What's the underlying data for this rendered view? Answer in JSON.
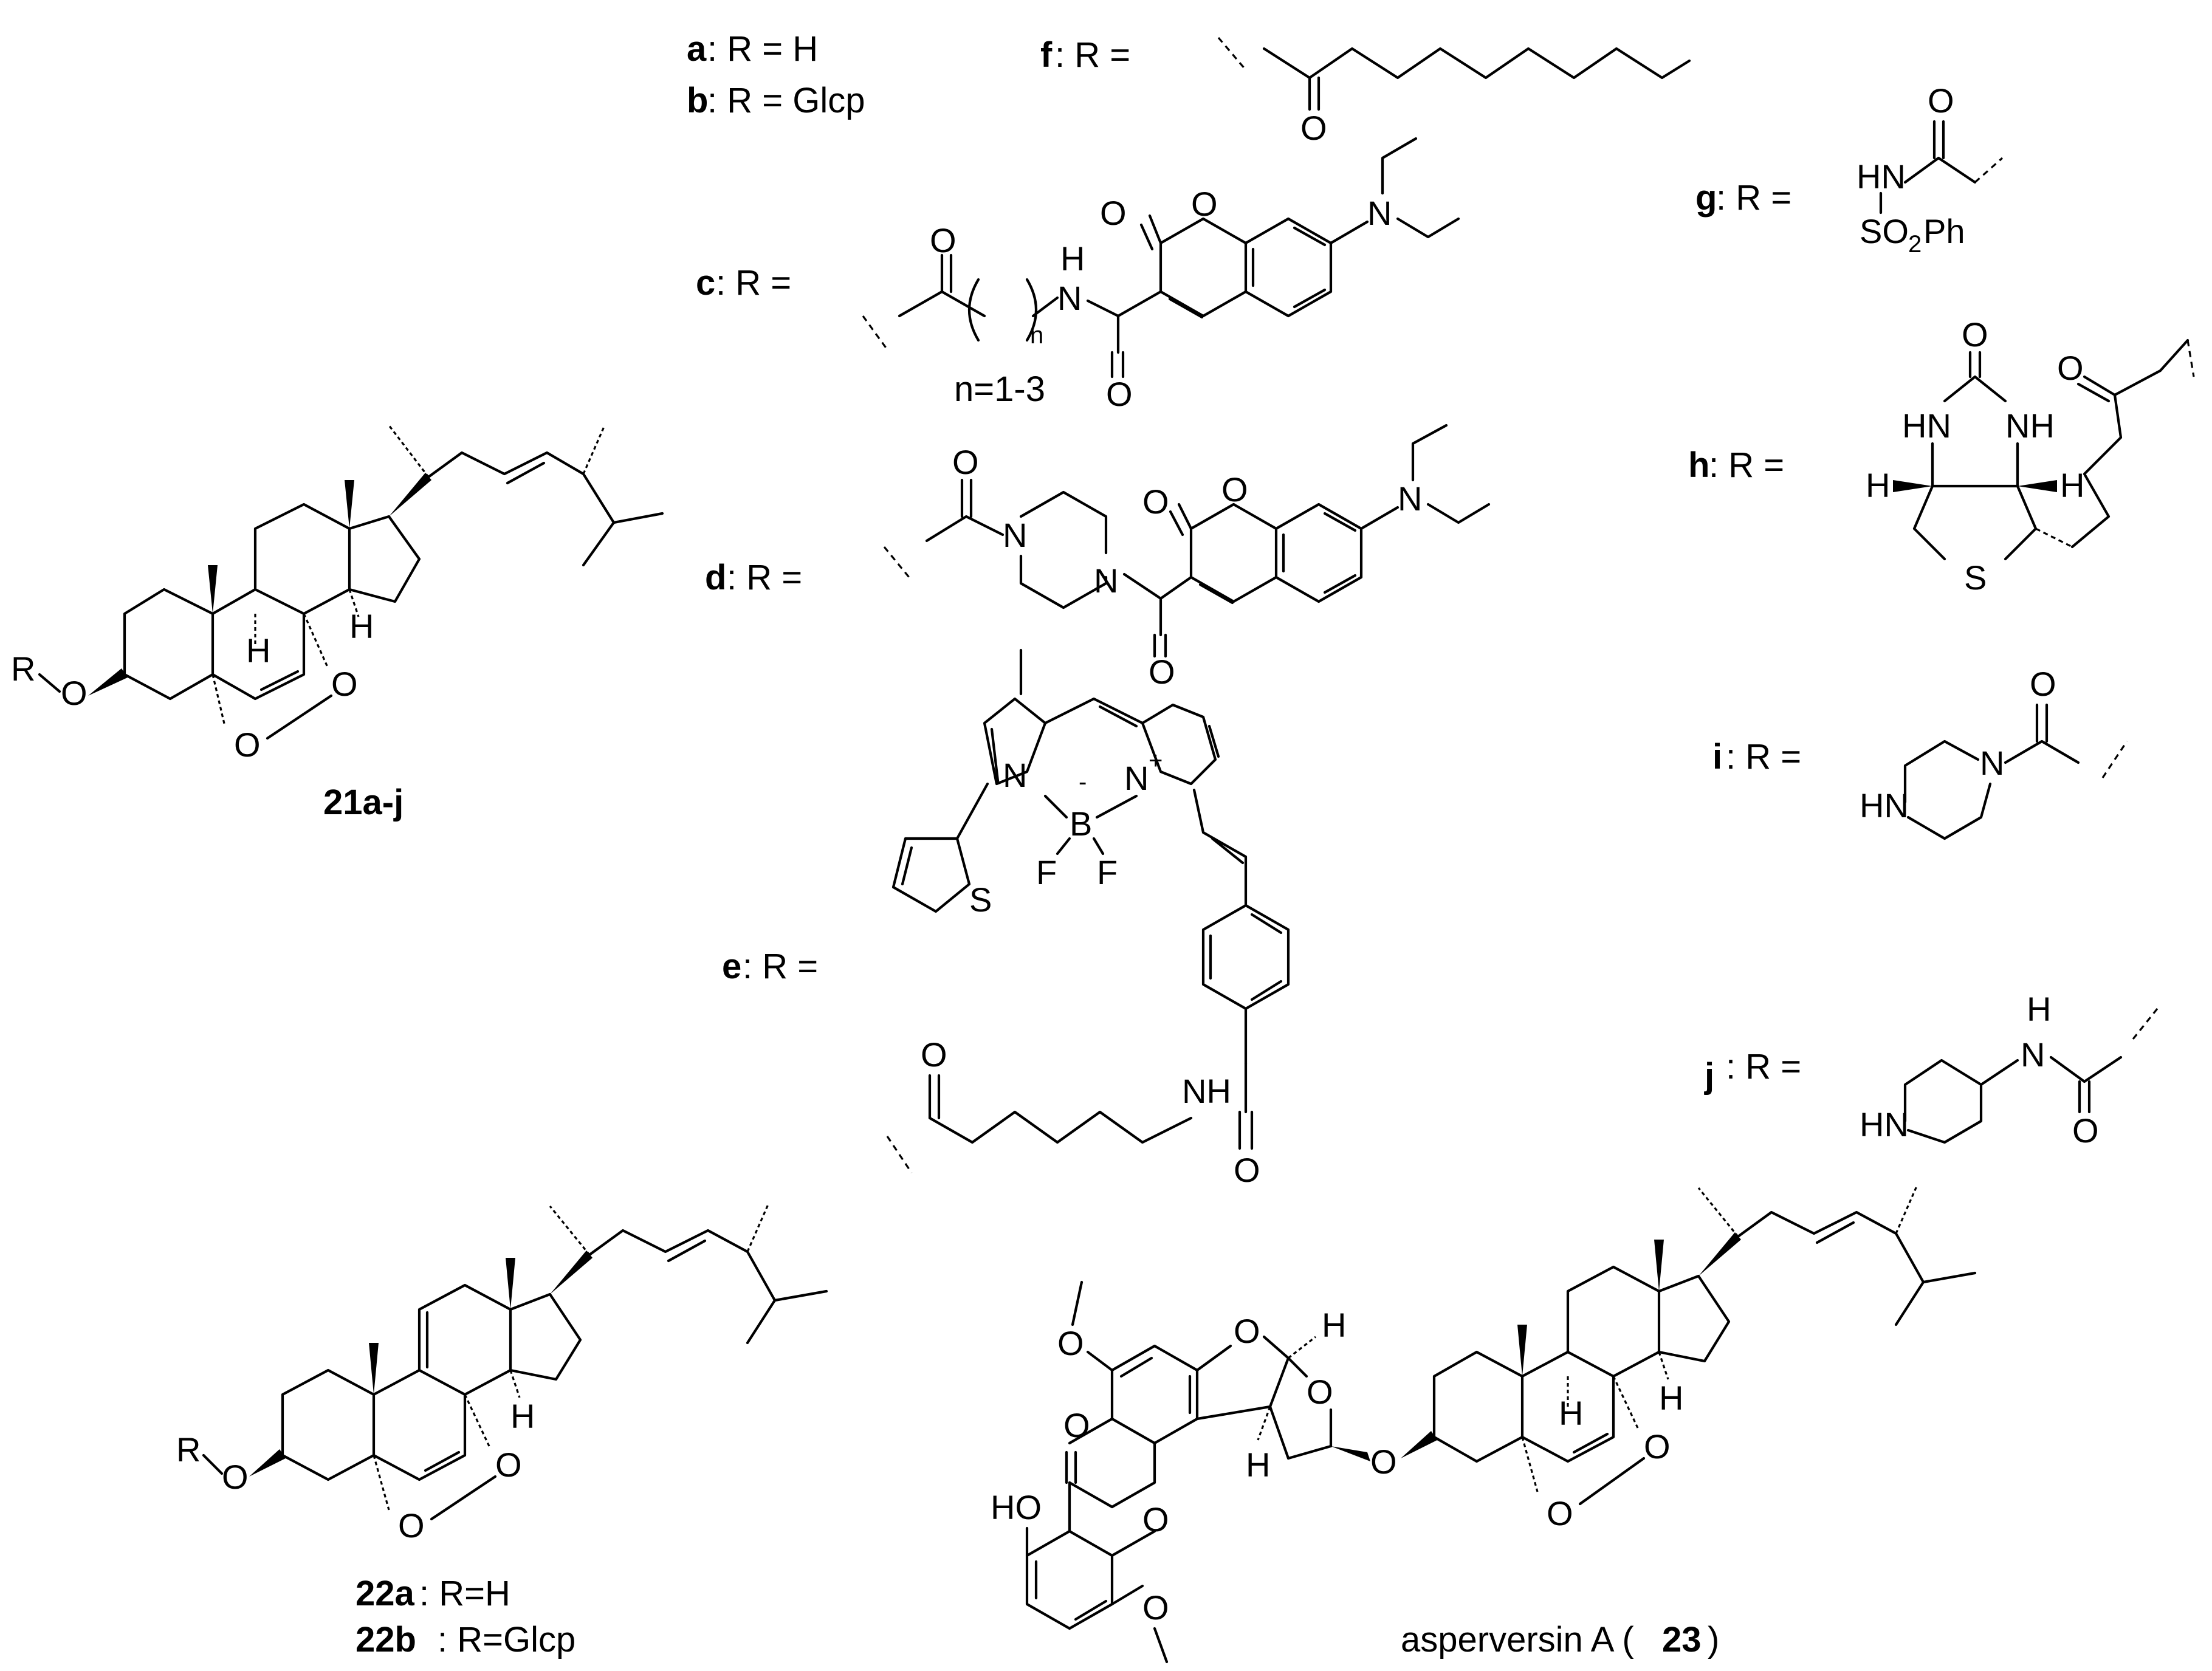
{
  "labels": {
    "a": {
      "key": "a",
      "text": ": R = H"
    },
    "b": {
      "key": "b",
      "text": ": R = Glcp"
    },
    "c": {
      "key": "c",
      "text": ": R ="
    },
    "d": {
      "key": "d",
      "text": ": R ="
    },
    "e": {
      "key": "e",
      "text": ": R ="
    },
    "f": {
      "key": "f",
      "text": ": R ="
    },
    "g": {
      "key": "g",
      "text": ": R ="
    },
    "h": {
      "key": "h",
      "text": ": R ="
    },
    "i": {
      "key": "i",
      "text": ": R ="
    },
    "j": {
      "key": "j",
      "text": ": R ="
    },
    "n_range": "n=1-3",
    "compound21": "21a-j",
    "compound22a_key": "22a",
    "compound22a_text": ": R=H",
    "compound22b_key": "22b",
    "compound22b_text": ": R=Glcp",
    "asperversin_prefix": "asperversin A (",
    "asperversin_num": "23",
    "asperversin_suffix": ")"
  },
  "atoms": {
    "O": "O",
    "N": "N",
    "H": "H",
    "R": "R",
    "S": "S",
    "F": "F",
    "B": "B",
    "HN": "HN",
    "NH": "NH",
    "HO": "HO",
    "SO2Ph_s": "SO",
    "SO2Ph_2": "2",
    "SO2Ph_ph": "Ph",
    "n": "n",
    "minus": "-",
    "plus": "+"
  }
}
